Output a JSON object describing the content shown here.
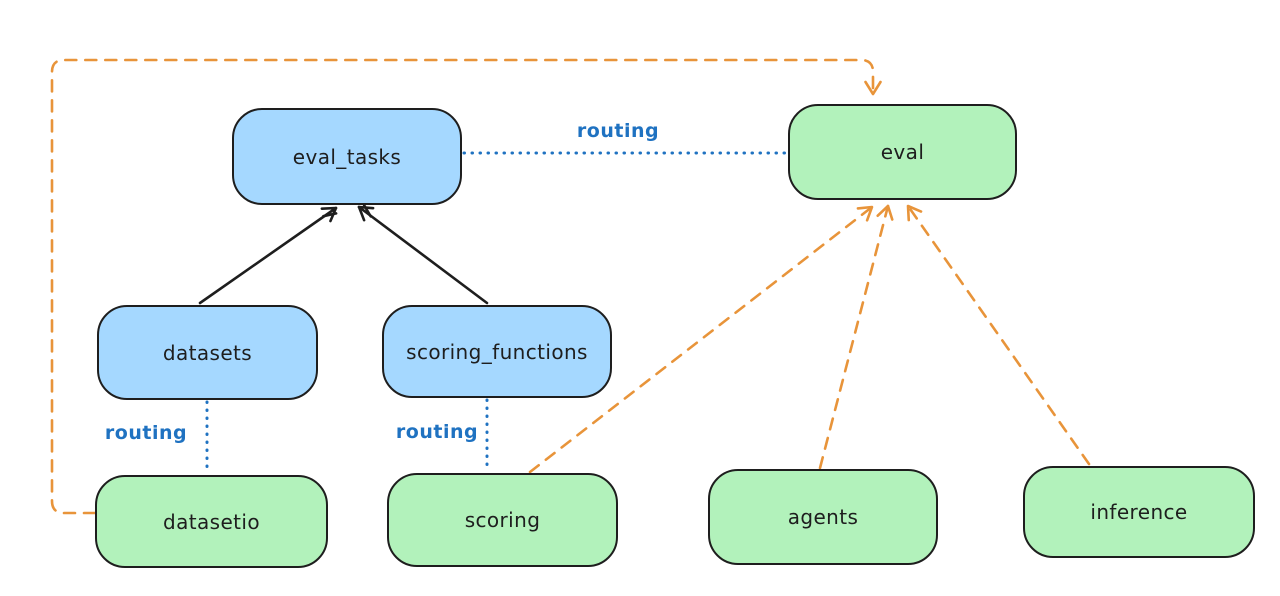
{
  "diagram": {
    "type": "flowchart",
    "colors": {
      "background": "#ffffff",
      "ink": "#1e1e1e",
      "blue_fill": "#a5d8ff",
      "green_fill": "#b2f2bb",
      "blue_ink": "#1f72c1",
      "orange": "#e8943a"
    },
    "nodes": {
      "eval_tasks": {
        "label": "eval_tasks",
        "fill": "#a5d8ff"
      },
      "eval": {
        "label": "eval",
        "fill": "#b2f2bb"
      },
      "datasets": {
        "label": "datasets",
        "fill": "#a5d8ff"
      },
      "scoring_functions": {
        "label": "scoring_functions",
        "fill": "#a5d8ff"
      },
      "datasetio": {
        "label": "datasetio",
        "fill": "#b2f2bb"
      },
      "scoring": {
        "label": "scoring",
        "fill": "#b2f2bb"
      },
      "agents": {
        "label": "agents",
        "fill": "#b2f2bb"
      },
      "inference": {
        "label": "inference",
        "fill": "#b2f2bb"
      }
    },
    "edges": [
      {
        "from": "datasets",
        "to": "eval_tasks",
        "style": "solid",
        "color": "#1e1e1e",
        "arrow": true,
        "label": ""
      },
      {
        "from": "scoring_functions",
        "to": "eval_tasks",
        "style": "solid",
        "color": "#1e1e1e",
        "arrow": true,
        "label": ""
      },
      {
        "from": "eval_tasks",
        "to": "eval",
        "style": "dotted",
        "color": "#1f72c1",
        "arrow": false,
        "label": "routing"
      },
      {
        "from": "datasets",
        "to": "datasetio",
        "style": "dotted",
        "color": "#1f72c1",
        "arrow": false,
        "label": "routing"
      },
      {
        "from": "scoring_functions",
        "to": "scoring",
        "style": "dotted",
        "color": "#1f72c1",
        "arrow": false,
        "label": "routing"
      },
      {
        "from": "datasetio",
        "to": "eval",
        "style": "dashed",
        "color": "#e8943a",
        "arrow": true,
        "label": "",
        "route": "around-left-top"
      },
      {
        "from": "scoring",
        "to": "eval",
        "style": "dashed",
        "color": "#e8943a",
        "arrow": true,
        "label": ""
      },
      {
        "from": "agents",
        "to": "eval",
        "style": "dashed",
        "color": "#e8943a",
        "arrow": true,
        "label": ""
      },
      {
        "from": "inference",
        "to": "eval",
        "style": "dashed",
        "color": "#e8943a",
        "arrow": true,
        "label": ""
      }
    ],
    "edge_labels": {
      "routing_top": "routing",
      "routing_left": "routing",
      "routing_middle": "routing"
    }
  }
}
